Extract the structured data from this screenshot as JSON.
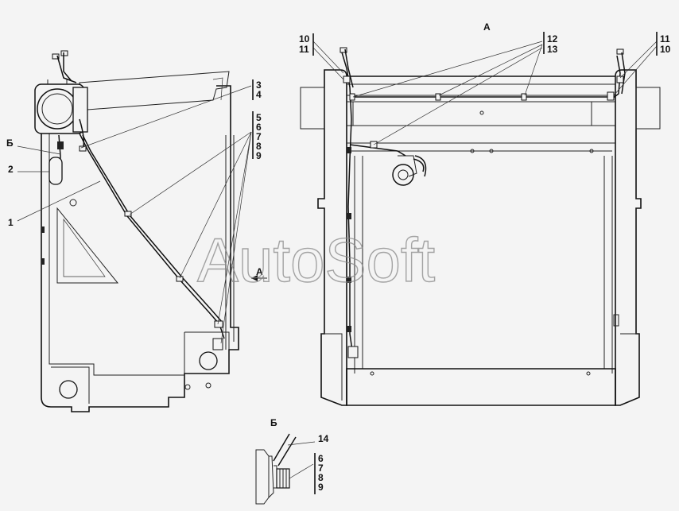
{
  "watermark": "AutoSoft",
  "view_labels": {
    "view_a_title": "А",
    "view_b_title": "Б",
    "left_b": "Б",
    "left_a": "А"
  },
  "callouts": {
    "left": {
      "c1": "1",
      "c2": "2",
      "c3": "3",
      "c4": "4",
      "c5": "5",
      "c6": "6",
      "c7": "7",
      "c8": "8",
      "c9": "9"
    },
    "view_a": {
      "l10": "10",
      "l11": "11",
      "c12": "12",
      "c13": "13",
      "r11": "11",
      "r10": "10"
    },
    "view_b": {
      "c14": "14",
      "c6": "6",
      "c7": "7",
      "c8": "8",
      "c9": "9"
    }
  }
}
